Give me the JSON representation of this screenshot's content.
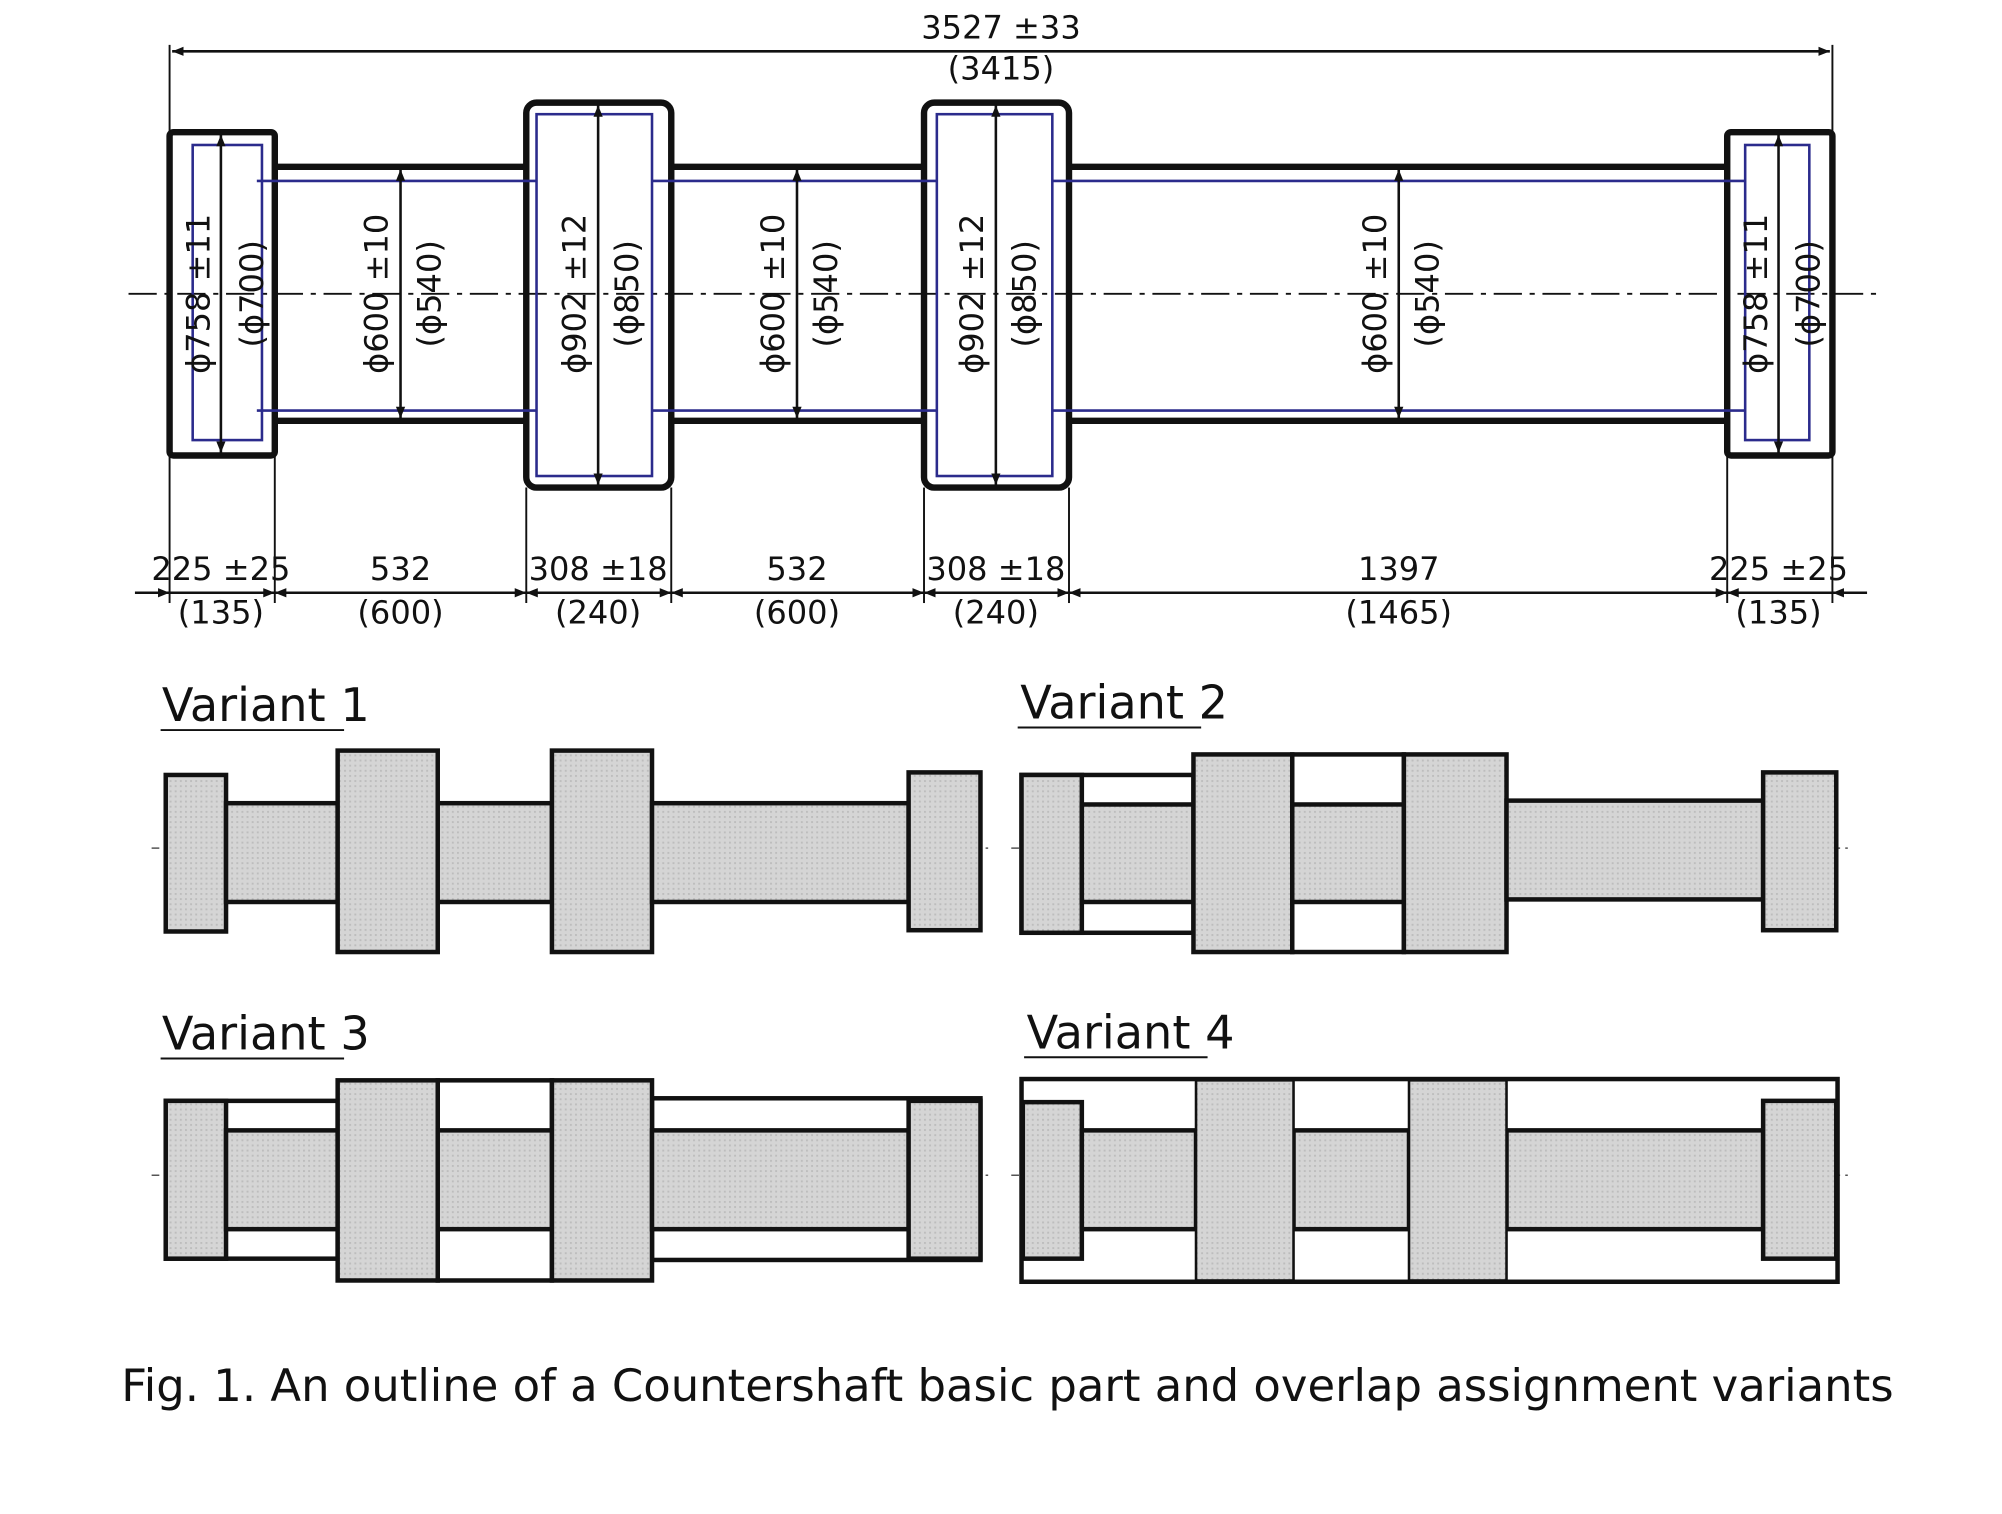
{
  "colors": {
    "outline": "#111111",
    "inner_contour": "#2b2b8c",
    "fill": "#d3d3d3",
    "background": "#ffffff"
  },
  "drawing": {
    "overall_dim": "3527 ±33",
    "overall_sub": "(3415)",
    "segments": [
      {
        "length": "225 ±25",
        "length_sub": "(135)",
        "diam": "ϕ758 ±11",
        "diam_sub": "(ϕ700)"
      },
      {
        "length": "532",
        "length_sub": "(600)",
        "diam": "ϕ600 ±10",
        "diam_sub": "(ϕ540)"
      },
      {
        "length": "308 ±18",
        "length_sub": "(240)",
        "diam": "ϕ902 ±12",
        "diam_sub": "(ϕ850)"
      },
      {
        "length": "532",
        "length_sub": "(600)",
        "diam": "ϕ600 ±10",
        "diam_sub": "(ϕ540)"
      },
      {
        "length": "308 ±18",
        "length_sub": "(240)",
        "diam": "ϕ902 ±12",
        "diam_sub": "(ϕ850)"
      },
      {
        "length": "1397",
        "length_sub": "(1465)",
        "diam": "ϕ600 ±10",
        "diam_sub": "(ϕ540)"
      },
      {
        "length": "225 ±25",
        "length_sub": "(135)",
        "diam": "ϕ758 ±11",
        "diam_sub": "(ϕ700)"
      }
    ]
  },
  "variants": [
    {
      "label": "Variant 1"
    },
    {
      "label": "Variant 2"
    },
    {
      "label": "Variant 3"
    },
    {
      "label": "Variant 4"
    }
  ],
  "caption": "Fig. 1. An outline of a Countershaft basic part and overlap assignment variants"
}
